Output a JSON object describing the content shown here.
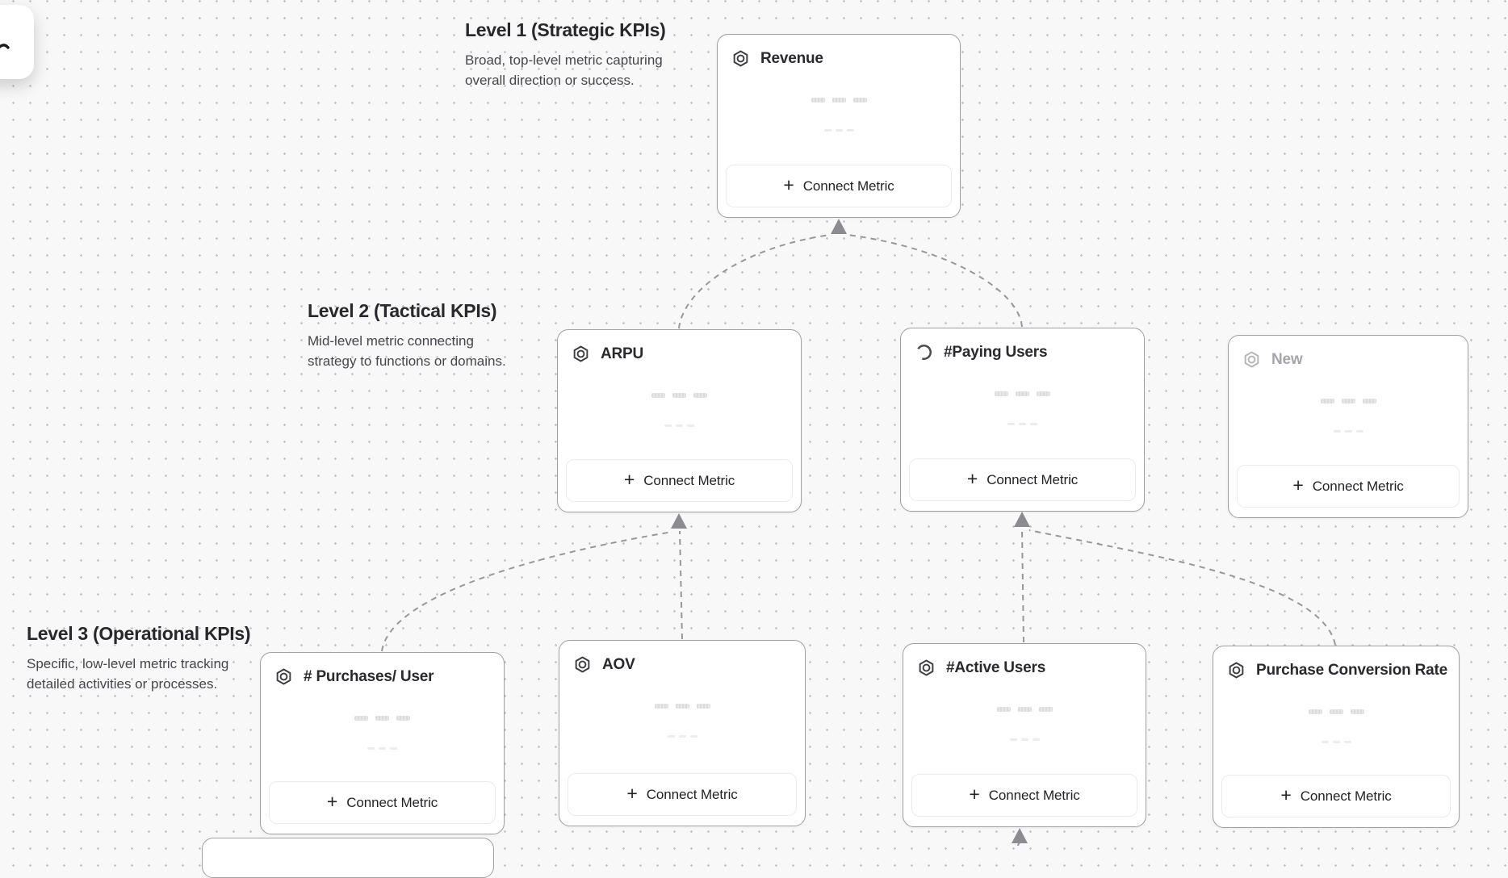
{
  "ui": {
    "plus_glyph": "+"
  },
  "levels": [
    {
      "title": "Level 1 (Strategic KPIs)",
      "description": "Broad, top-level metric capturing overall direction or success."
    },
    {
      "title": "Level 2 (Tactical KPIs)",
      "description": "Mid-level metric connecting strategy to functions or domains."
    },
    {
      "title": "Level 3 (Operational KPIs)",
      "description": "Specific, low-level metric tracking detailed activities or processes."
    }
  ],
  "cards": [
    {
      "title": "Revenue",
      "icon": "hexagon-metric-icon",
      "state": "normal",
      "connect_label": "Connect Metric"
    },
    {
      "title": "ARPU",
      "icon": "hexagon-metric-icon",
      "state": "normal",
      "connect_label": "Connect Metric"
    },
    {
      "title": "#Paying Users",
      "icon": "loading-spinner-icon",
      "state": "loading",
      "connect_label": "Connect Metric"
    },
    {
      "title": "New",
      "icon": "hexagon-metric-icon",
      "state": "pending",
      "connect_label": "Connect Metric"
    },
    {
      "title": "# Purchases/ User",
      "icon": "hexagon-metric-icon",
      "state": "normal",
      "connect_label": "Connect Metric"
    },
    {
      "title": "AOV",
      "icon": "hexagon-metric-icon",
      "state": "normal",
      "connect_label": "Connect Metric"
    },
    {
      "title": "#Active Users",
      "icon": "hexagon-metric-icon",
      "state": "normal",
      "connect_label": "Connect Metric"
    },
    {
      "title": "Purchase Conversion Rate",
      "icon": "hexagon-metric-icon",
      "state": "normal",
      "connect_label": "Connect Metric"
    }
  ],
  "connections": [
    {
      "from": "ARPU",
      "to": "Revenue"
    },
    {
      "from": "#Paying Users",
      "to": "Revenue"
    },
    {
      "from": "# Purchases/ User",
      "to": "ARPU"
    },
    {
      "from": "AOV",
      "to": "ARPU"
    },
    {
      "from": "#Active Users",
      "to": "#Paying Users"
    },
    {
      "from": "Purchase Conversion Rate",
      "to": "#Paying Users"
    },
    {
      "from": "(offscreen)",
      "to": "#Active Users"
    }
  ],
  "colors": {
    "canvas_bg": "#f8f8f8",
    "grid_dot": "#c4c4c7",
    "card_border": "#a0a0a5",
    "card_title": "#29292e",
    "pending_title": "#a5a5aa",
    "connector": "#97979c",
    "arrowhead": "#8b8b90",
    "button_border": "#ebebed",
    "skeleton_bar": "#e2e2e3"
  }
}
